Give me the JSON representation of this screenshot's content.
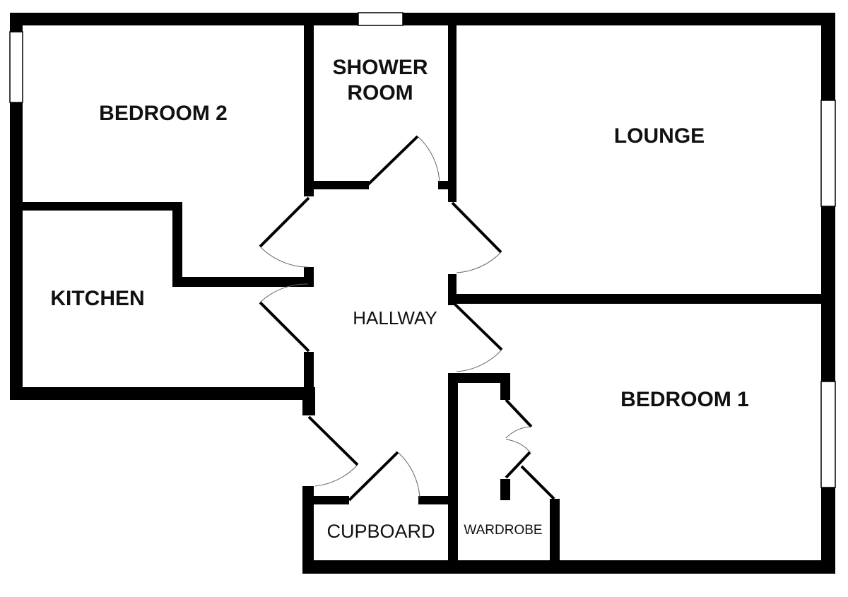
{
  "rooms": {
    "bedroom2": "BEDROOM 2",
    "shower_line1": "SHOWER",
    "shower_line2": "ROOM",
    "lounge": "LOUNGE",
    "kitchen": "KITCHEN",
    "hallway": "HALLWAY",
    "bedroom1": "BEDROOM 1",
    "cupboard": "CUPBOARD",
    "wardrobe": "WARDROBE"
  },
  "colors": {
    "wall": "#000000",
    "background": "#ffffff",
    "door_arc": "#666666"
  }
}
